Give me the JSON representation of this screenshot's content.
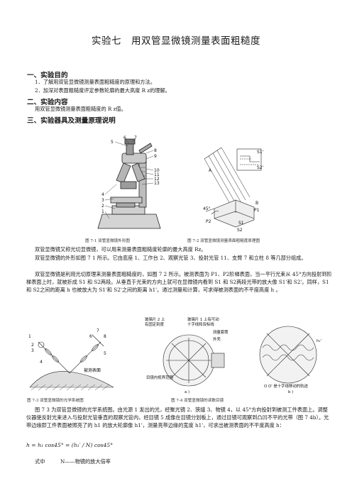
{
  "title": "实验七　用双管显微镜测量表面粗糙度",
  "section1": {
    "heading": "一、实验目的",
    "items": [
      "1．了解用双管显微镜测量表面粗糙度的原理和方法。",
      "2．加深对表面粗糙度评定参数轮廓的最大高度 R z的理解。"
    ]
  },
  "section2": {
    "heading": "二、实验内容",
    "text": "用双管显微镜测量表面粗糙度的 R z值。"
  },
  "section3": {
    "heading": "三、实验器具及测量原理说明"
  },
  "fig1": {
    "caption": "图 7-1 双管显微镜外形图",
    "labels": [
      "5",
      "6",
      "7",
      "8",
      "9",
      "10",
      "11",
      "12",
      "13",
      "4",
      "3",
      "2",
      "1"
    ]
  },
  "fig2": {
    "caption": "图 7-2 双管显微镜测量表面粗糙度原理图",
    "labels": [
      "A",
      "45°",
      "B",
      "P1",
      "P2",
      "S1",
      "S2",
      "S1'",
      "S2'"
    ]
  },
  "para1": "双管显微镜又称光切显微镜，可以用来测量表面粗糙度轮廓的最大高度 Rz。",
  "para2": "双管显微镜的外形如图 7 1 所示。它由底座 1、工作台 2、观察光管 3、投射光管 11、支臂 7 和立柱 8 等几部分组成。",
  "para3": "双管显微镜是利用光切原理来测量表面粗糙度的，如图 7 2 所示。被测表面为 P1、P2阶梯表面，当一平行光束从 45°方向投射到阶梯表面上时，就被折成 S1 和 S2两段。从垂直于光束的方向上就可在显微镜内看到 S1 和 S2两段光带的放大像 S1'和 S2'。同样，S1和 S2之间的距离 h 也被放大为 S1'和 S2'之间的距离 h1'。通过测量和计算，可求得被测表面的不平度高度 h 。",
  "fig3": {
    "caption": "图 7-3  双管显微镜的光学系统图",
    "labels": [
      "1",
      "2",
      "3",
      "4",
      "5",
      "6",
      "7",
      "8",
      "被测表面"
    ]
  },
  "fig4": {
    "caption": "图 7-4  双管显微镜的读数目镜",
    "labels": [
      "玻璃片 2 上",
      "有固定刻度",
      "玻璃片 1 上有可动",
      "十字线和双标线",
      "测量套筒",
      "外壳",
      "目镜内视界范围",
      "a )",
      "h₁'",
      "O O' 是十字线移动的轨迹",
      "b )"
    ]
  },
  "para4": "图 7 3 为双管显微镜的光学系统图。由光源 1 发出的光，经聚光镜 2、狭缝 3、物镜 4，以 45°方向投射到被测工件表面上。调整仪器使反射光束进入与投射光管垂直的观察光管内，经目镜 5 成像在目镜分划板上，通过目镜可观察到凸凹不平的光带（图 7 4b）。光带边缘即工件表面被照亮了的 h1 的放大轮廓像 h1'，测量亮带边缘的宽度 h1'，可求出被测表面的不平度高度 h：",
  "formula": "h = h₁ cos45° = (h₁′ / N) cos45°",
  "where": "式中　　　N——物镜的放大倍率"
}
